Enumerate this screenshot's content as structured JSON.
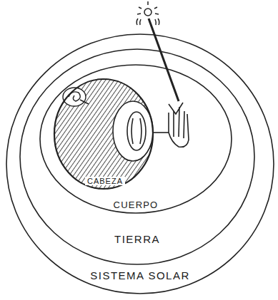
{
  "diagram": {
    "nodes": [
      {
        "text": [
          "SISTEMA SOLAR"
        ]
      },
      {
        "text": [
          "TIERRA"
        ],
        "in": 0
      },
      {
        "text": [
          "CUERPO"
        ],
        "in": 1
      },
      {
        "text": [
          "CABEZA"
        ],
        "in": 2
      }
    ]
  }
}
